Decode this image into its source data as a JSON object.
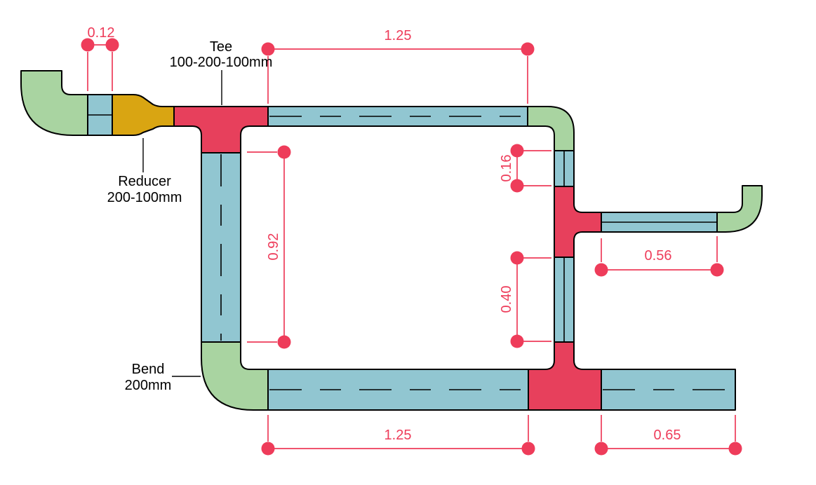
{
  "labels": {
    "tee": {
      "line1": "Tee",
      "line2": "100-200-100mm"
    },
    "reducer": {
      "line1": "Reducer",
      "line2": "200-100mm"
    },
    "bend": {
      "line1": "Bend",
      "line2": "200mm"
    }
  },
  "dimensions": {
    "inlet_stub": "0.12",
    "top_run": "1.25",
    "drop_upper": "0.16",
    "left_riser": "0.92",
    "drop_lower": "0.40",
    "branch_run": "0.56",
    "bottom_run": "1.25",
    "bottom_outlet": "0.65"
  },
  "colors": {
    "pipe_straight": "#91c6d1",
    "bend_fitting": "#a9d4a1",
    "tee_fitting": "#e7405c",
    "reducer_fitting": "#d9a512",
    "dimension": "#ee3c5a",
    "outline": "#000000"
  },
  "components": [
    {
      "name": "inlet-bend-top-left",
      "type": "bend fitting"
    },
    {
      "name": "inlet-stub-pipe",
      "type": "straight pipe",
      "length": "0.12"
    },
    {
      "name": "reducer",
      "type": "reducer fitting",
      "size": "200-100mm"
    },
    {
      "name": "tee-1",
      "type": "tee fitting",
      "size": "100-200-100mm"
    },
    {
      "name": "top-run-pipe",
      "type": "straight pipe",
      "length": "1.25"
    },
    {
      "name": "bend-top-right",
      "type": "bend fitting"
    },
    {
      "name": "drop-upper-pipe",
      "type": "straight pipe",
      "length": "0.16"
    },
    {
      "name": "tee-2",
      "type": "tee fitting"
    },
    {
      "name": "branch-run-pipe",
      "type": "straight pipe",
      "length": "0.56"
    },
    {
      "name": "bend-branch-right",
      "type": "bend fitting"
    },
    {
      "name": "drop-lower-pipe",
      "type": "straight pipe",
      "length": "0.40"
    },
    {
      "name": "tee-3",
      "type": "tee fitting"
    },
    {
      "name": "left-riser-pipe",
      "type": "straight pipe",
      "length": "0.92"
    },
    {
      "name": "bend-bottom-left",
      "type": "bend fitting",
      "size": "200mm"
    },
    {
      "name": "bottom-run-pipe",
      "type": "straight pipe",
      "length": "1.25"
    },
    {
      "name": "bottom-outlet-pipe",
      "type": "straight pipe",
      "length": "0.65"
    }
  ]
}
